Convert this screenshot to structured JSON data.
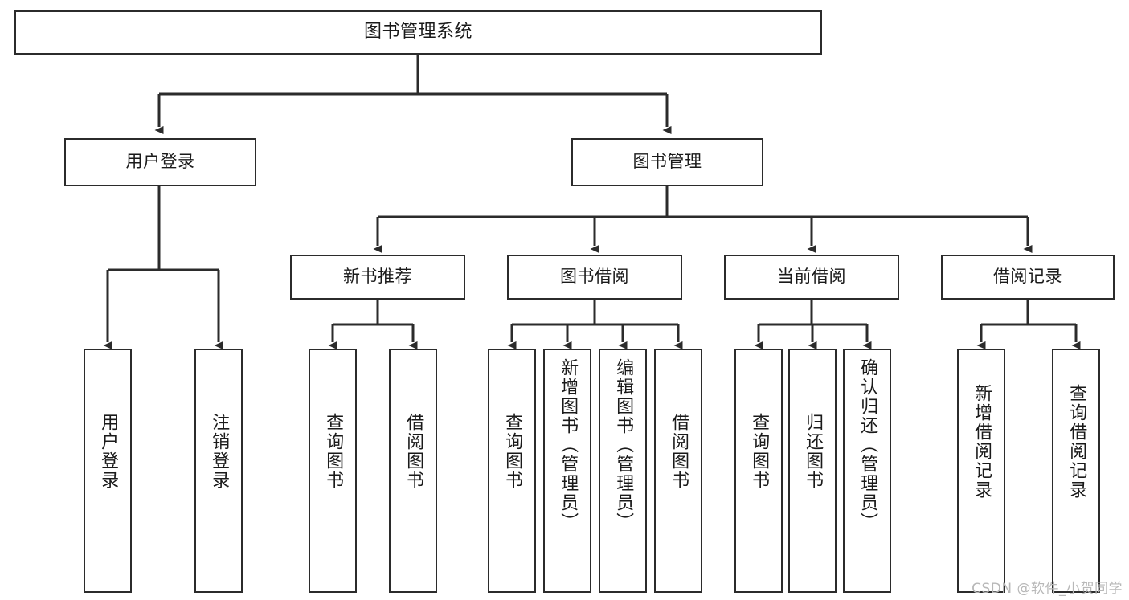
{
  "diagram": {
    "title": "图书管理系统",
    "type": "tree-hierarchy-chart",
    "root": {
      "label": "图书管理系统"
    },
    "level2": [
      {
        "label": "用户登录"
      },
      {
        "label": "图书管理"
      }
    ],
    "level3": [
      {
        "label": "新书推荐"
      },
      {
        "label": "图书借阅"
      },
      {
        "label": "当前借阅"
      },
      {
        "label": "借阅记录"
      }
    ],
    "leaves": {
      "user_login": [
        {
          "label": "用户登录"
        },
        {
          "label": "注销登录"
        }
      ],
      "new_book_recommend": [
        {
          "label": "查询图书"
        },
        {
          "label": "借阅图书"
        }
      ],
      "book_borrow": [
        {
          "label": "查询图书"
        },
        {
          "label": "新增图书（管理员）"
        },
        {
          "label": "编辑图书（管理员）"
        },
        {
          "label": "借阅图书"
        }
      ],
      "current_borrow": [
        {
          "label": "查询图书"
        },
        {
          "label": "归还图书"
        },
        {
          "label": "确认归还（管理员）"
        }
      ],
      "borrow_record": [
        {
          "label": "新增借阅记录"
        },
        {
          "label": "查询借阅记录"
        }
      ]
    },
    "watermark": "CSDN @软件_小贺同学",
    "colors": {
      "stroke": "#2b2b2b",
      "background": "#ffffff",
      "text": "#1a1a1a",
      "watermark": "#b8b8b8"
    }
  }
}
